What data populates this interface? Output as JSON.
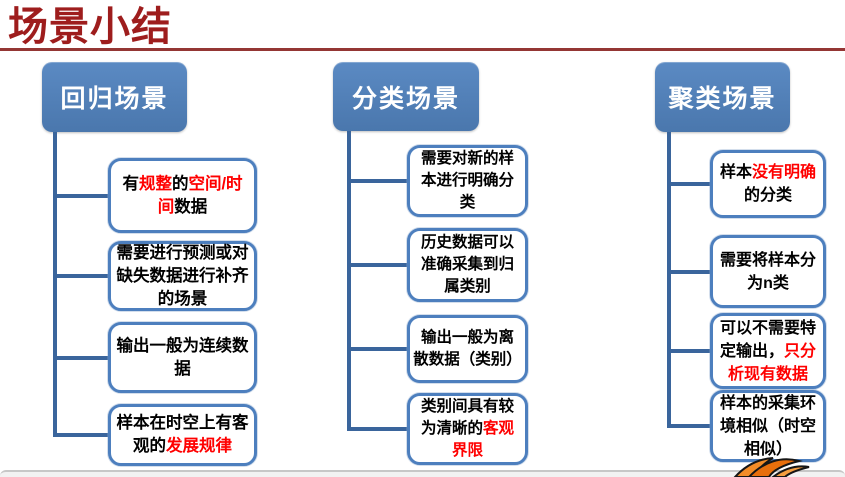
{
  "title": "场景小结",
  "colors": {
    "title_red": "#9E1D1D",
    "divider_red": "#943634",
    "header_blue_top": "#5B8AC3",
    "header_blue_bottom": "#4A77AD",
    "leaf_border_blue": "#4D7FBE",
    "connector_blue": "#3A659C",
    "highlight_red": "#FF0000",
    "footer_gray": "#F2F2F2",
    "mascot_orange": "#F28C28"
  },
  "columns": [
    {
      "id": "regression",
      "header": "回归场景",
      "boxes": [
        {
          "segments": [
            {
              "t": "有"
            },
            {
              "t": "规整",
              "red": true
            },
            {
              "t": "的"
            },
            {
              "t": "空间/时\n间",
              "red": true
            },
            {
              "t": "数据"
            }
          ]
        },
        {
          "segments": [
            {
              "t": "需要进行预测或对\n缺失数据进行补齐\n的场景"
            }
          ]
        },
        {
          "segments": [
            {
              "t": "输出一般为连续数\n据"
            }
          ]
        },
        {
          "segments": [
            {
              "t": "样本在时空上有客\n观的"
            },
            {
              "t": "发展规律",
              "red": true
            }
          ]
        }
      ]
    },
    {
      "id": "classification",
      "header": "分类场景",
      "boxes": [
        {
          "segments": [
            {
              "t": "需要对新的样\n本进行明确分\n类"
            }
          ]
        },
        {
          "segments": [
            {
              "t": "历史数据可以\n准确采集到归\n属类别"
            }
          ]
        },
        {
          "segments": [
            {
              "t": "输出一般为离\n散数据（类别）"
            }
          ]
        },
        {
          "segments": [
            {
              "t": "类别间具有较\n为清晰的"
            },
            {
              "t": "客观\n界限",
              "red": true
            }
          ]
        }
      ]
    },
    {
      "id": "clustering",
      "header": "聚类场景",
      "boxes": [
        {
          "segments": [
            {
              "t": "样本"
            },
            {
              "t": "没有明确",
              "red": true
            },
            {
              "t": "\n的分类"
            }
          ]
        },
        {
          "segments": [
            {
              "t": "需要将样本分\n为n类"
            }
          ]
        },
        {
          "segments": [
            {
              "t": "可以不需要特\n定输出，"
            },
            {
              "t": "只分\n析现有数据",
              "red": true
            }
          ]
        },
        {
          "segments": [
            {
              "t": "样本的采集环\n境相似（时空\n相似）"
            }
          ]
        }
      ]
    }
  ],
  "decorations": {
    "mascot_icon": "orange-wing-mascot",
    "footer_bar": "slide-footer-bar"
  }
}
